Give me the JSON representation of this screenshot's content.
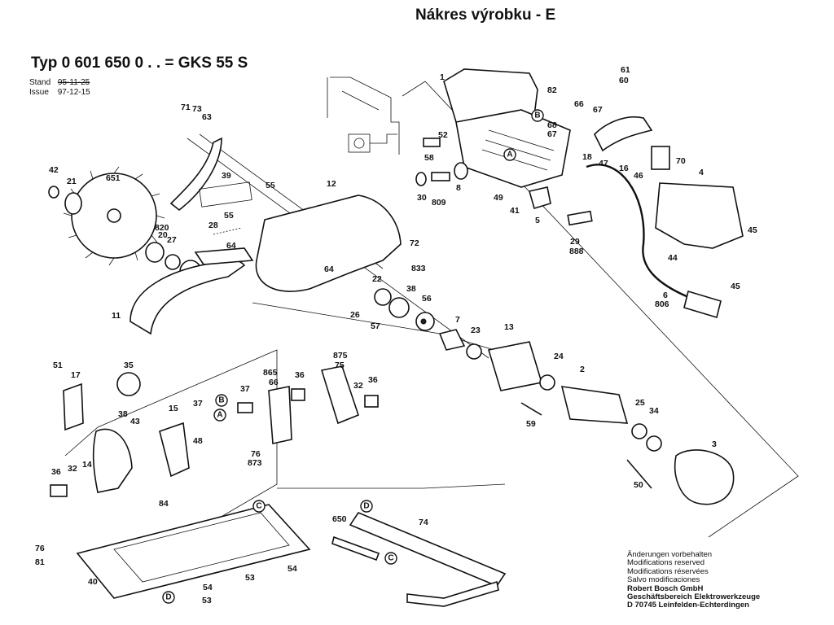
{
  "header": {
    "title": "Nákres výrobku - E",
    "model_line": "Typ 0 601 650 0 . .  = GKS 55 S"
  },
  "revision": {
    "stand_label": "Stand",
    "stand_value": "95-11-25",
    "issue_label": "Issue",
    "issue_value": "97-12-15"
  },
  "notes": {
    "line1": "Änderungen vorbehalten",
    "line2": "Modifications reserved",
    "line3": "Modifications réservées",
    "line4": "Salvo modificaciones",
    "line5": "Robert Bosch GmbH",
    "line6": "Geschäftsbereich Elektrowerkzeuge",
    "line7": "D 70745 Leinfelden-Echterdingen"
  },
  "part_numbers": [
    {
      "text": "1"
    },
    {
      "text": "82"
    },
    {
      "text": "66"
    },
    {
      "text": "67"
    },
    {
      "text": "61"
    },
    {
      "text": "60"
    },
    {
      "text": "52"
    },
    {
      "text": "68"
    },
    {
      "text": "67"
    },
    {
      "text": "58"
    },
    {
      "text": "18"
    },
    {
      "text": "47"
    },
    {
      "text": "16"
    },
    {
      "text": "46"
    },
    {
      "text": "70"
    },
    {
      "text": "4"
    },
    {
      "text": "30"
    },
    {
      "text": "809"
    },
    {
      "text": "8"
    },
    {
      "text": "49"
    },
    {
      "text": "41"
    },
    {
      "text": "5"
    },
    {
      "text": "29"
    },
    {
      "text": "888"
    },
    {
      "text": "45"
    },
    {
      "text": "44"
    },
    {
      "text": "45"
    },
    {
      "text": "6"
    },
    {
      "text": "806"
    },
    {
      "text": "71"
    },
    {
      "text": "73"
    },
    {
      "text": "63"
    },
    {
      "text": "42"
    },
    {
      "text": "21"
    },
    {
      "text": "651"
    },
    {
      "text": "39"
    },
    {
      "text": "55"
    },
    {
      "text": "12"
    },
    {
      "text": "28"
    },
    {
      "text": "55"
    },
    {
      "text": "820"
    },
    {
      "text": "20"
    },
    {
      "text": "27"
    },
    {
      "text": "64"
    },
    {
      "text": "72"
    },
    {
      "text": "64"
    },
    {
      "text": "833"
    },
    {
      "text": "22"
    },
    {
      "text": "38"
    },
    {
      "text": "56"
    },
    {
      "text": "11"
    },
    {
      "text": "26"
    },
    {
      "text": "57"
    },
    {
      "text": "7"
    },
    {
      "text": "23"
    },
    {
      "text": "13"
    },
    {
      "text": "24"
    },
    {
      "text": "2"
    },
    {
      "text": "51"
    },
    {
      "text": "17"
    },
    {
      "text": "35"
    },
    {
      "text": "865"
    },
    {
      "text": "66"
    },
    {
      "text": "36"
    },
    {
      "text": "875"
    },
    {
      "text": "75"
    },
    {
      "text": "32"
    },
    {
      "text": "36"
    },
    {
      "text": "37"
    },
    {
      "text": "37"
    },
    {
      "text": "15"
    },
    {
      "text": "38"
    },
    {
      "text": "43"
    },
    {
      "text": "48"
    },
    {
      "text": "76"
    },
    {
      "text": "873"
    },
    {
      "text": "59"
    },
    {
      "text": "25"
    },
    {
      "text": "34"
    },
    {
      "text": "3"
    },
    {
      "text": "36"
    },
    {
      "text": "32"
    },
    {
      "text": "14"
    },
    {
      "text": "50"
    },
    {
      "text": "84"
    },
    {
      "text": "650"
    },
    {
      "text": "74"
    },
    {
      "text": "76"
    },
    {
      "text": "81"
    },
    {
      "text": "40"
    },
    {
      "text": "54"
    },
    {
      "text": "53"
    },
    {
      "text": "54"
    },
    {
      "text": "53"
    }
  ],
  "callouts": [
    {
      "text": "B"
    },
    {
      "text": "A"
    },
    {
      "text": "B"
    },
    {
      "text": "A"
    },
    {
      "text": "C"
    },
    {
      "text": "D"
    },
    {
      "text": "C"
    },
    {
      "text": "D"
    }
  ]
}
